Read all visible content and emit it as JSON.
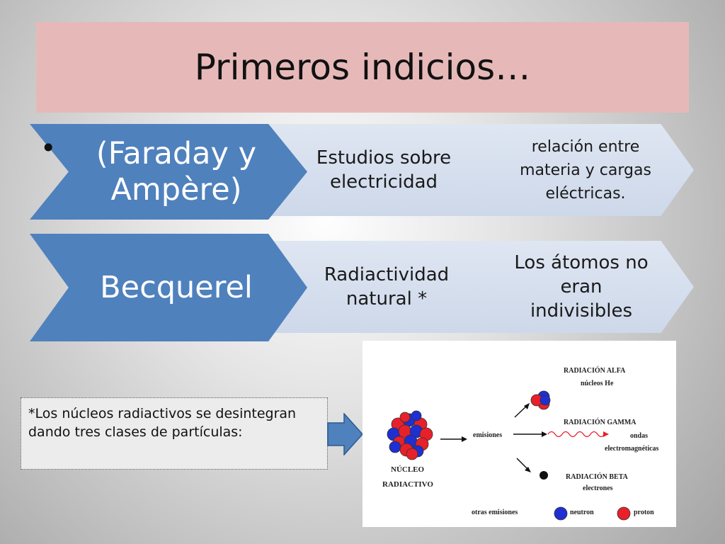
{
  "title": "Primeros indicios…",
  "bullet": "•",
  "rows": [
    {
      "main": "(Faraday y Ampère)",
      "step2": "Estudios sobre electricidad",
      "step3": "relación entre materia y cargas eléctricas."
    },
    {
      "main": "Becquerel",
      "step2": "Radiactividad natural *",
      "step3": "Los átomos no eran indivisibles"
    }
  ],
  "note": "*Los núcleos radiactivos se desintegran dando tres clases de partículas:",
  "diagram": {
    "nucleus_label_1": "NÚCLEO",
    "nucleus_label_2": "RADIACTIVO",
    "emisiones": "emisiones",
    "alfa_title": "RADIACIÓN ALFA",
    "alfa_sub": "núcleos He",
    "gamma_title": "RADIACIÓN GAMMA",
    "gamma_sub_1": "ondas",
    "gamma_sub_2": "electromagnéticas",
    "beta_title": "RADIACIÓN BETA",
    "beta_sub": "electrones",
    "otras": "otras emisiones",
    "neutron": "neutron",
    "proton": "proton"
  },
  "colors": {
    "title_bg": "#e6b9b8",
    "chevron_main": "#4f81bd",
    "chevron_light": "#dce4f1",
    "neutron": "#1f2fd1",
    "proton": "#e8202a",
    "arrow_fill": "#4f81bd"
  }
}
